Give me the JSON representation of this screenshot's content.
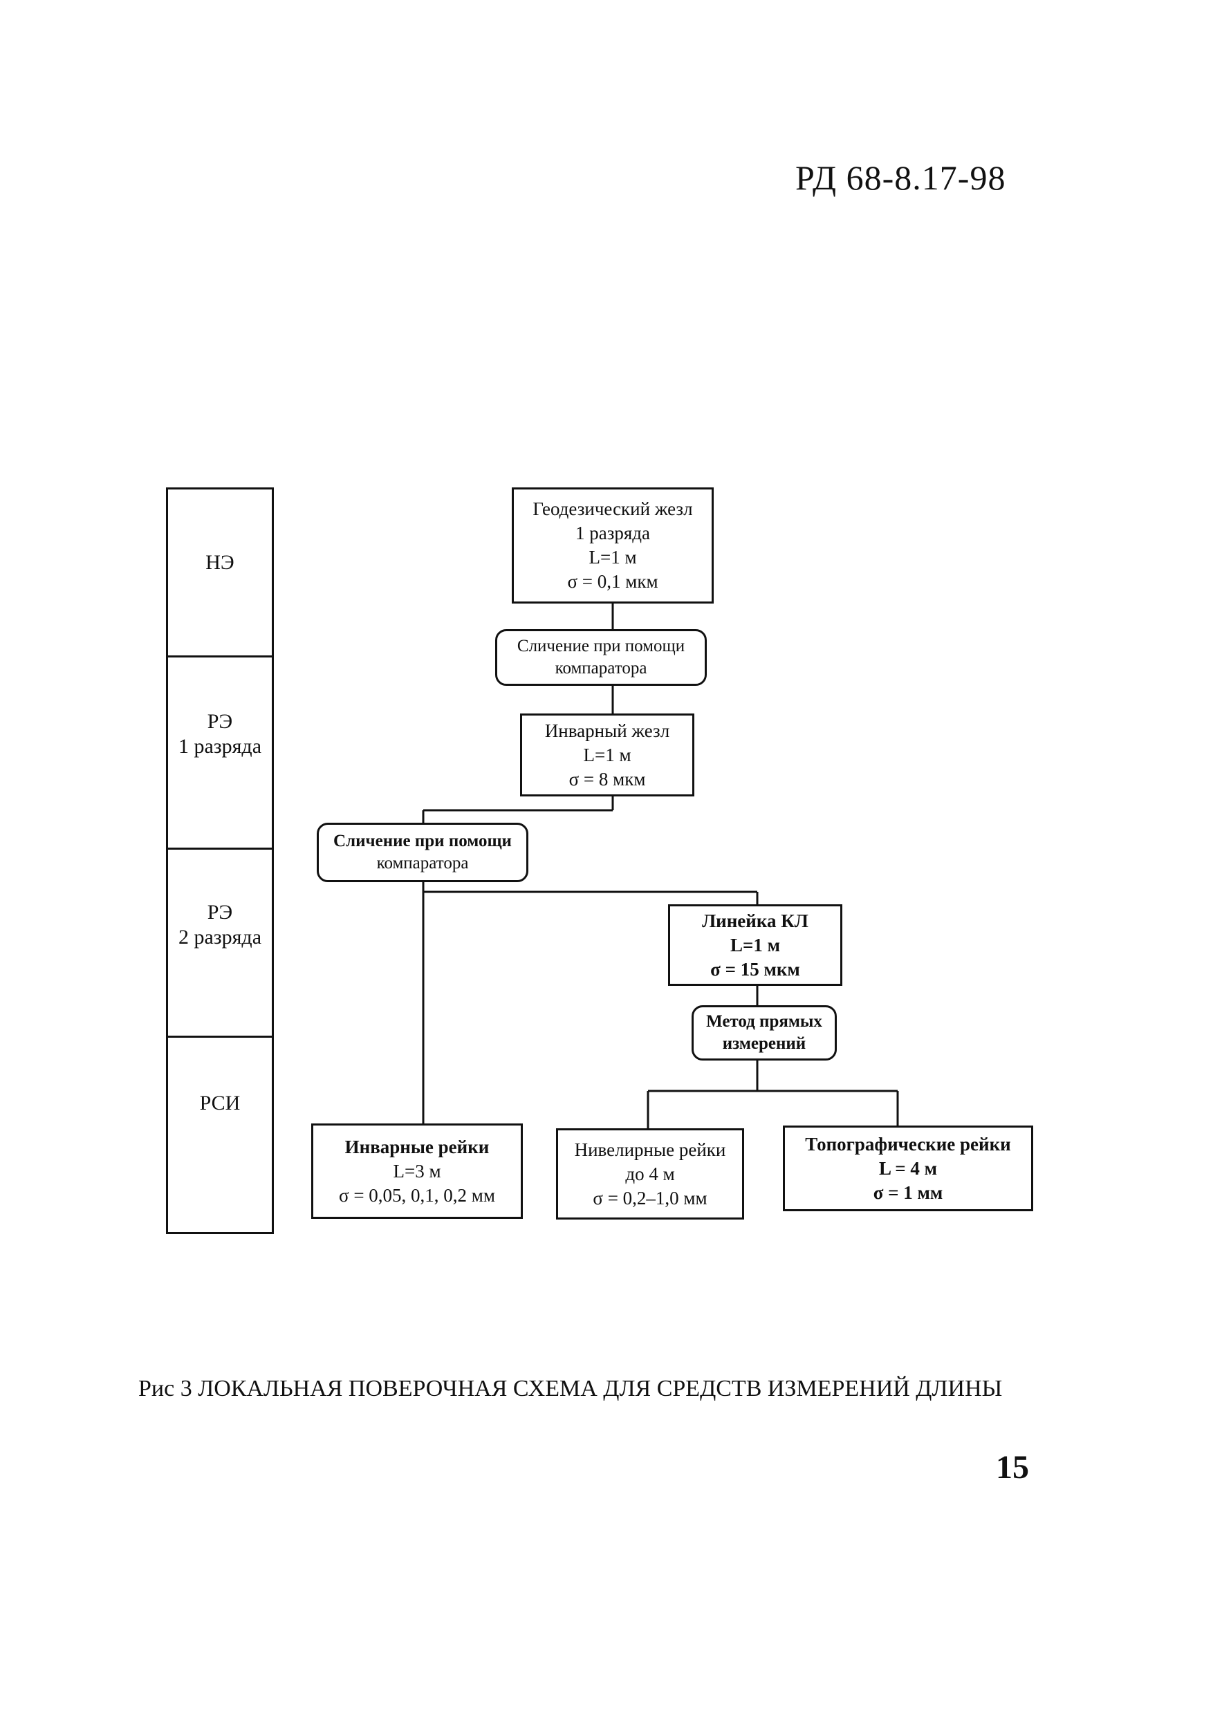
{
  "header": {
    "doc_code": "РД 68-8.17-98"
  },
  "levels": [
    {
      "lines": [
        "НЭ"
      ]
    },
    {
      "lines": [
        "РЭ",
        "1 разряда"
      ]
    },
    {
      "lines": [
        "РЭ",
        "2 разряда"
      ]
    },
    {
      "lines": [
        "РСИ"
      ]
    }
  ],
  "nodes": {
    "geodetic_rod": {
      "lines": [
        "Геодезический жезл",
        "1 разряда",
        "L=1 м",
        "σ = 0,1 мкм"
      ]
    },
    "comparator_1": {
      "lines": [
        "Сличение при помощи",
        "компаратора"
      ]
    },
    "invar_rod": {
      "lines": [
        "Инварный жезл",
        "L=1 м",
        "σ = 8 мкм"
      ]
    },
    "comparator_2": {
      "lines": [
        "Сличение при помощи",
        "компаратора"
      ]
    },
    "ruler_kl": {
      "lines": [
        "Линейка КЛ",
        "L=1 м",
        "σ = 15 мкм"
      ]
    },
    "direct_method": {
      "lines": [
        "Метод прямых",
        "измерений"
      ]
    },
    "invar_staffs": {
      "lines": [
        "Инварные рейки",
        "L=3 м",
        "σ = 0,05, 0,1, 0,2 мм"
      ]
    },
    "leveling_staffs": {
      "lines": [
        "Нивелирные рейки",
        "до 4 м",
        "σ = 0,2–1,0 мм"
      ]
    },
    "topo_staffs": {
      "lines": [
        "Топографические рейки",
        "L = 4 м",
        "σ = 1 мм"
      ]
    }
  },
  "caption": "Рис 3  ЛОКАЛЬНАЯ ПОВЕРОЧНАЯ СХЕМА ДЛЯ СРЕДСТВ ИЗМЕРЕНИЙ ДЛИНЫ",
  "page_number": "15"
}
